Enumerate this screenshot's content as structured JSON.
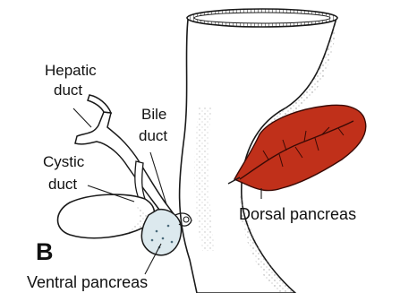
{
  "panel_letter": "B",
  "labels": {
    "hepatic_line1": "Hepatic",
    "hepatic_line2": "duct",
    "bile_line1": "Bile",
    "bile_line2": "duct",
    "cystic_line1": "Cystic",
    "cystic_line2": "duct",
    "dorsal_pancreas": "Dorsal pancreas",
    "ventral_pancreas": "Ventral pancreas"
  },
  "colors": {
    "dorsal_pancreas_fill": "#c0301a",
    "ventral_pancreas_fill": "#dce9ee",
    "outline": "#1a1a1a",
    "stipple": "#8a8a8a"
  }
}
